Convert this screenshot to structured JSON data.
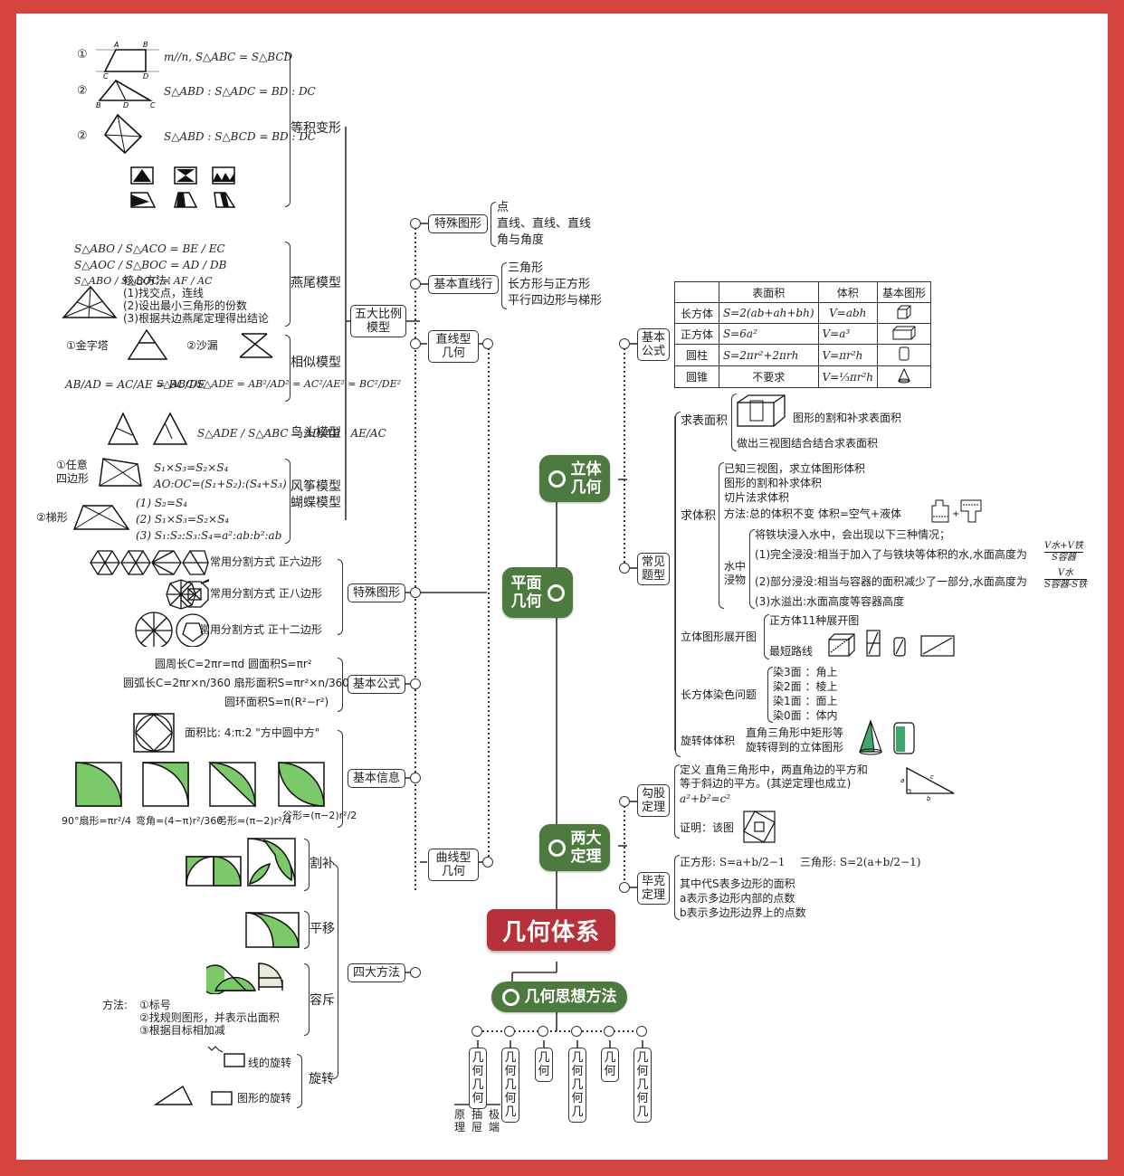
{
  "root": {
    "label": "几何体系"
  },
  "main_nodes": {
    "solid": "立体\n几何",
    "plane": "平面\n几何",
    "theorems": "两大\n定理",
    "thinking": "几何思想方法"
  },
  "plane": {
    "straight": {
      "label": "直线型\n几何",
      "special": {
        "label": "特殊图形",
        "items": [
          "点",
          "直线、直线、直线",
          "角与角度"
        ]
      },
      "basic_lines": {
        "label": "基本直线行",
        "items": [
          "三角形",
          "长方形与正方形",
          "平行四边形与梯形"
        ]
      },
      "five_models": {
        "label": "五大比例\n模型",
        "equal_area": {
          "label": "等积变形",
          "items": [
            "①",
            "m//n, S△ABC = S△BCD",
            "②",
            "S△ABD : S△ADC = BD : DC",
            "②",
            "S△ABD : S△BCD = BD : DC"
          ]
        },
        "swallow": {
          "label": "燕尾模型",
          "formulas": [
            "S△ABO / S△ACO = BE / EC",
            "S△AOC / S△BOC = AD / DB",
            "S△ABO / S△BOC = AF / AC"
          ],
          "method_title": "核心方法：",
          "methods": [
            "(1)找交点，连线",
            "(2)设出最小三角形的份数",
            "(3)根据共边燕尾定理得出结论"
          ]
        },
        "similar": {
          "label": "相似模型",
          "cases": [
            "①金字塔",
            "②沙漏"
          ],
          "formula1": "AB/AD = AC/AE = BC/DE",
          "formula2": "S△ABC/S△ADE = AB²/AD² = AC²/AE² = BC²/DE²"
        },
        "bird": {
          "label": "鸟头模型",
          "formula": "S△ADE / S△ABC = AD/AB · AE/AC"
        },
        "kite": {
          "label1": "风筝模型",
          "label2": "蝴蝶模型",
          "case1": "①任意\n四边形",
          "case1_formulas": [
            "S₁×S₃=S₂×S₄",
            "AO:OC=(S₁+S₂):(S₄+S₃)"
          ],
          "case2": "②梯形",
          "case2_formulas": [
            "(1) S₂=S₄",
            "(2) S₁×S₃=S₂×S₄",
            "(3) S₁:S₂:S₃:S₄=a²:ab:b²:ab"
          ]
        }
      }
    },
    "curved": {
      "label": "曲线型\n几何",
      "special": {
        "label": "特殊图形",
        "items": [
          "常用分割方式  正六边形",
          "常用分割方式  正八边形",
          "常用分割方式  正十二边形"
        ]
      },
      "formulas": {
        "label": "基本公式",
        "items": [
          "圆周长C=2πr=πd   圆面积S=πr²",
          "圆弧长C=2πr×n/360   扇形面积S=πr²×n/360",
          "圆环面积S=π(R²−r²)"
        ]
      },
      "info": {
        "label": "基本信息",
        "ratio": "面积比: 4:π:2 \"方中圆中方\"",
        "shapes": [
          "90°扇形=πr²/4",
          "弯角=(4−π)r²/360",
          "弓形=(π−2)r²/4",
          "谷形=(π−2)r²/2"
        ]
      },
      "methods": {
        "label": "四大方法",
        "cut": "割补",
        "shift": "平移",
        "incl": "容斥",
        "incl_title": "方法:",
        "incl_steps": [
          "①标号",
          "②找规则图形，并表示出面积",
          "③根据目标相加减"
        ],
        "rotate": "旋转",
        "rotate_items": [
          "线的旋转",
          "图形的旋转"
        ]
      }
    }
  },
  "solid": {
    "formulas": {
      "label": "基本\n公式",
      "headers": [
        "",
        "表面积",
        "体积",
        "基本图形"
      ],
      "rows": [
        [
          "长方体",
          "S=2(ab+ah+bh)",
          "V=abh"
        ],
        [
          "正方体",
          "S=6a²",
          "V=a³"
        ],
        [
          "圆柱",
          "S=2πr²+2πrh",
          "V=πr²h"
        ],
        [
          "圆锥",
          "不要求",
          "V=⅓πr²h"
        ]
      ]
    },
    "common": {
      "label": "常见\n题型",
      "surface": {
        "label": "求表面积",
        "items": [
          "图形的割和补求表面积",
          "做出三视图结合结合求表面积"
        ]
      },
      "volume": {
        "label": "求体积",
        "items": [
          "已知三视图，求立体图形体积",
          "图形的割和补求体积",
          "切片法求体积",
          "方法:总的体积不变    体积=空气+液体"
        ],
        "water_label": "水中\n浸物",
        "water_items": [
          "将铁块浸入水中，会出现以下三种情况；",
          "(1)完全浸没:相当于加入了与铁块等体积的水,水面高度为",
          "(2)部分浸没:相当与容器的面积减少了一部分,水面高度为",
          "(3)水溢出:水面高度等容器高度"
        ],
        "frac1_num": "V水+V铁",
        "frac1_den": "S容器",
        "frac2_num": "V水",
        "frac2_den": "S容器-S铁"
      },
      "unfold": {
        "label": "立体图形展开图",
        "items": [
          "正方体11种展开图",
          "最短路线"
        ]
      },
      "paint": {
        "label": "长方体染色问题",
        "items": [
          "染3面 ：角上",
          "染2面 ：棱上",
          "染1面 ：面上",
          "染0面 ：体内"
        ]
      },
      "rotation": {
        "label": "旋转体体积",
        "items": [
          "直角三角形中矩形等",
          "旋转得到的立体图形"
        ]
      }
    }
  },
  "theorems": {
    "pythag": {
      "label": "勾股\n定理",
      "def1": "定义   直角三角形中，两直角边的平方和",
      "def2": "等于斜边的平方。(其逆定理也成立)",
      "formula": "a²+b²=c²",
      "proof": "证明：该图"
    },
    "pick": {
      "label": "毕克\n定理",
      "f1": "正方形: S=a+b/2−1",
      "f2": "三角形: S=2(a+b/2−1)",
      "notes": [
        "其中代S表多边形的面积",
        "a表示多边形内部的点数",
        "b表示多边形边界上的点数"
      ]
    }
  },
  "thinking": {
    "items": [
      "几何几何",
      "几何几何几",
      "几何",
      "几何几何几",
      "几何",
      "几何几何几"
    ],
    "sub": [
      "原理",
      "抽屉",
      "极端"
    ]
  },
  "colors": {
    "frame": "#d4453f",
    "green": "#4d7a3f",
    "root": "#b8313a",
    "fill_green": "#7cc96a"
  }
}
